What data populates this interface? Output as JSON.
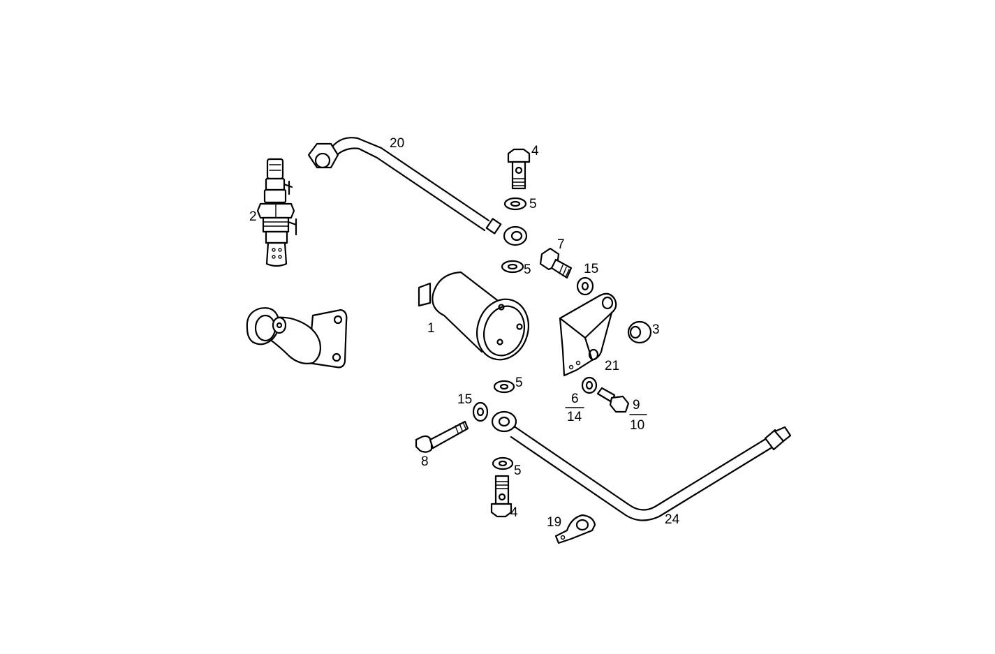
{
  "callouts": {
    "c1": "1",
    "c2": "2",
    "c3": "3",
    "c4_top": "4",
    "c4_bottom": "4",
    "c5_a": "5",
    "c5_b": "5",
    "c5_c": "5",
    "c5_d": "5",
    "c6": "6",
    "c14": "14",
    "c7": "7",
    "c8": "8",
    "c9": "9",
    "c10": "10",
    "c15_top": "15",
    "c15_bottom": "15",
    "c19": "19",
    "c20": "20",
    "c21": "21",
    "c24": "24"
  }
}
